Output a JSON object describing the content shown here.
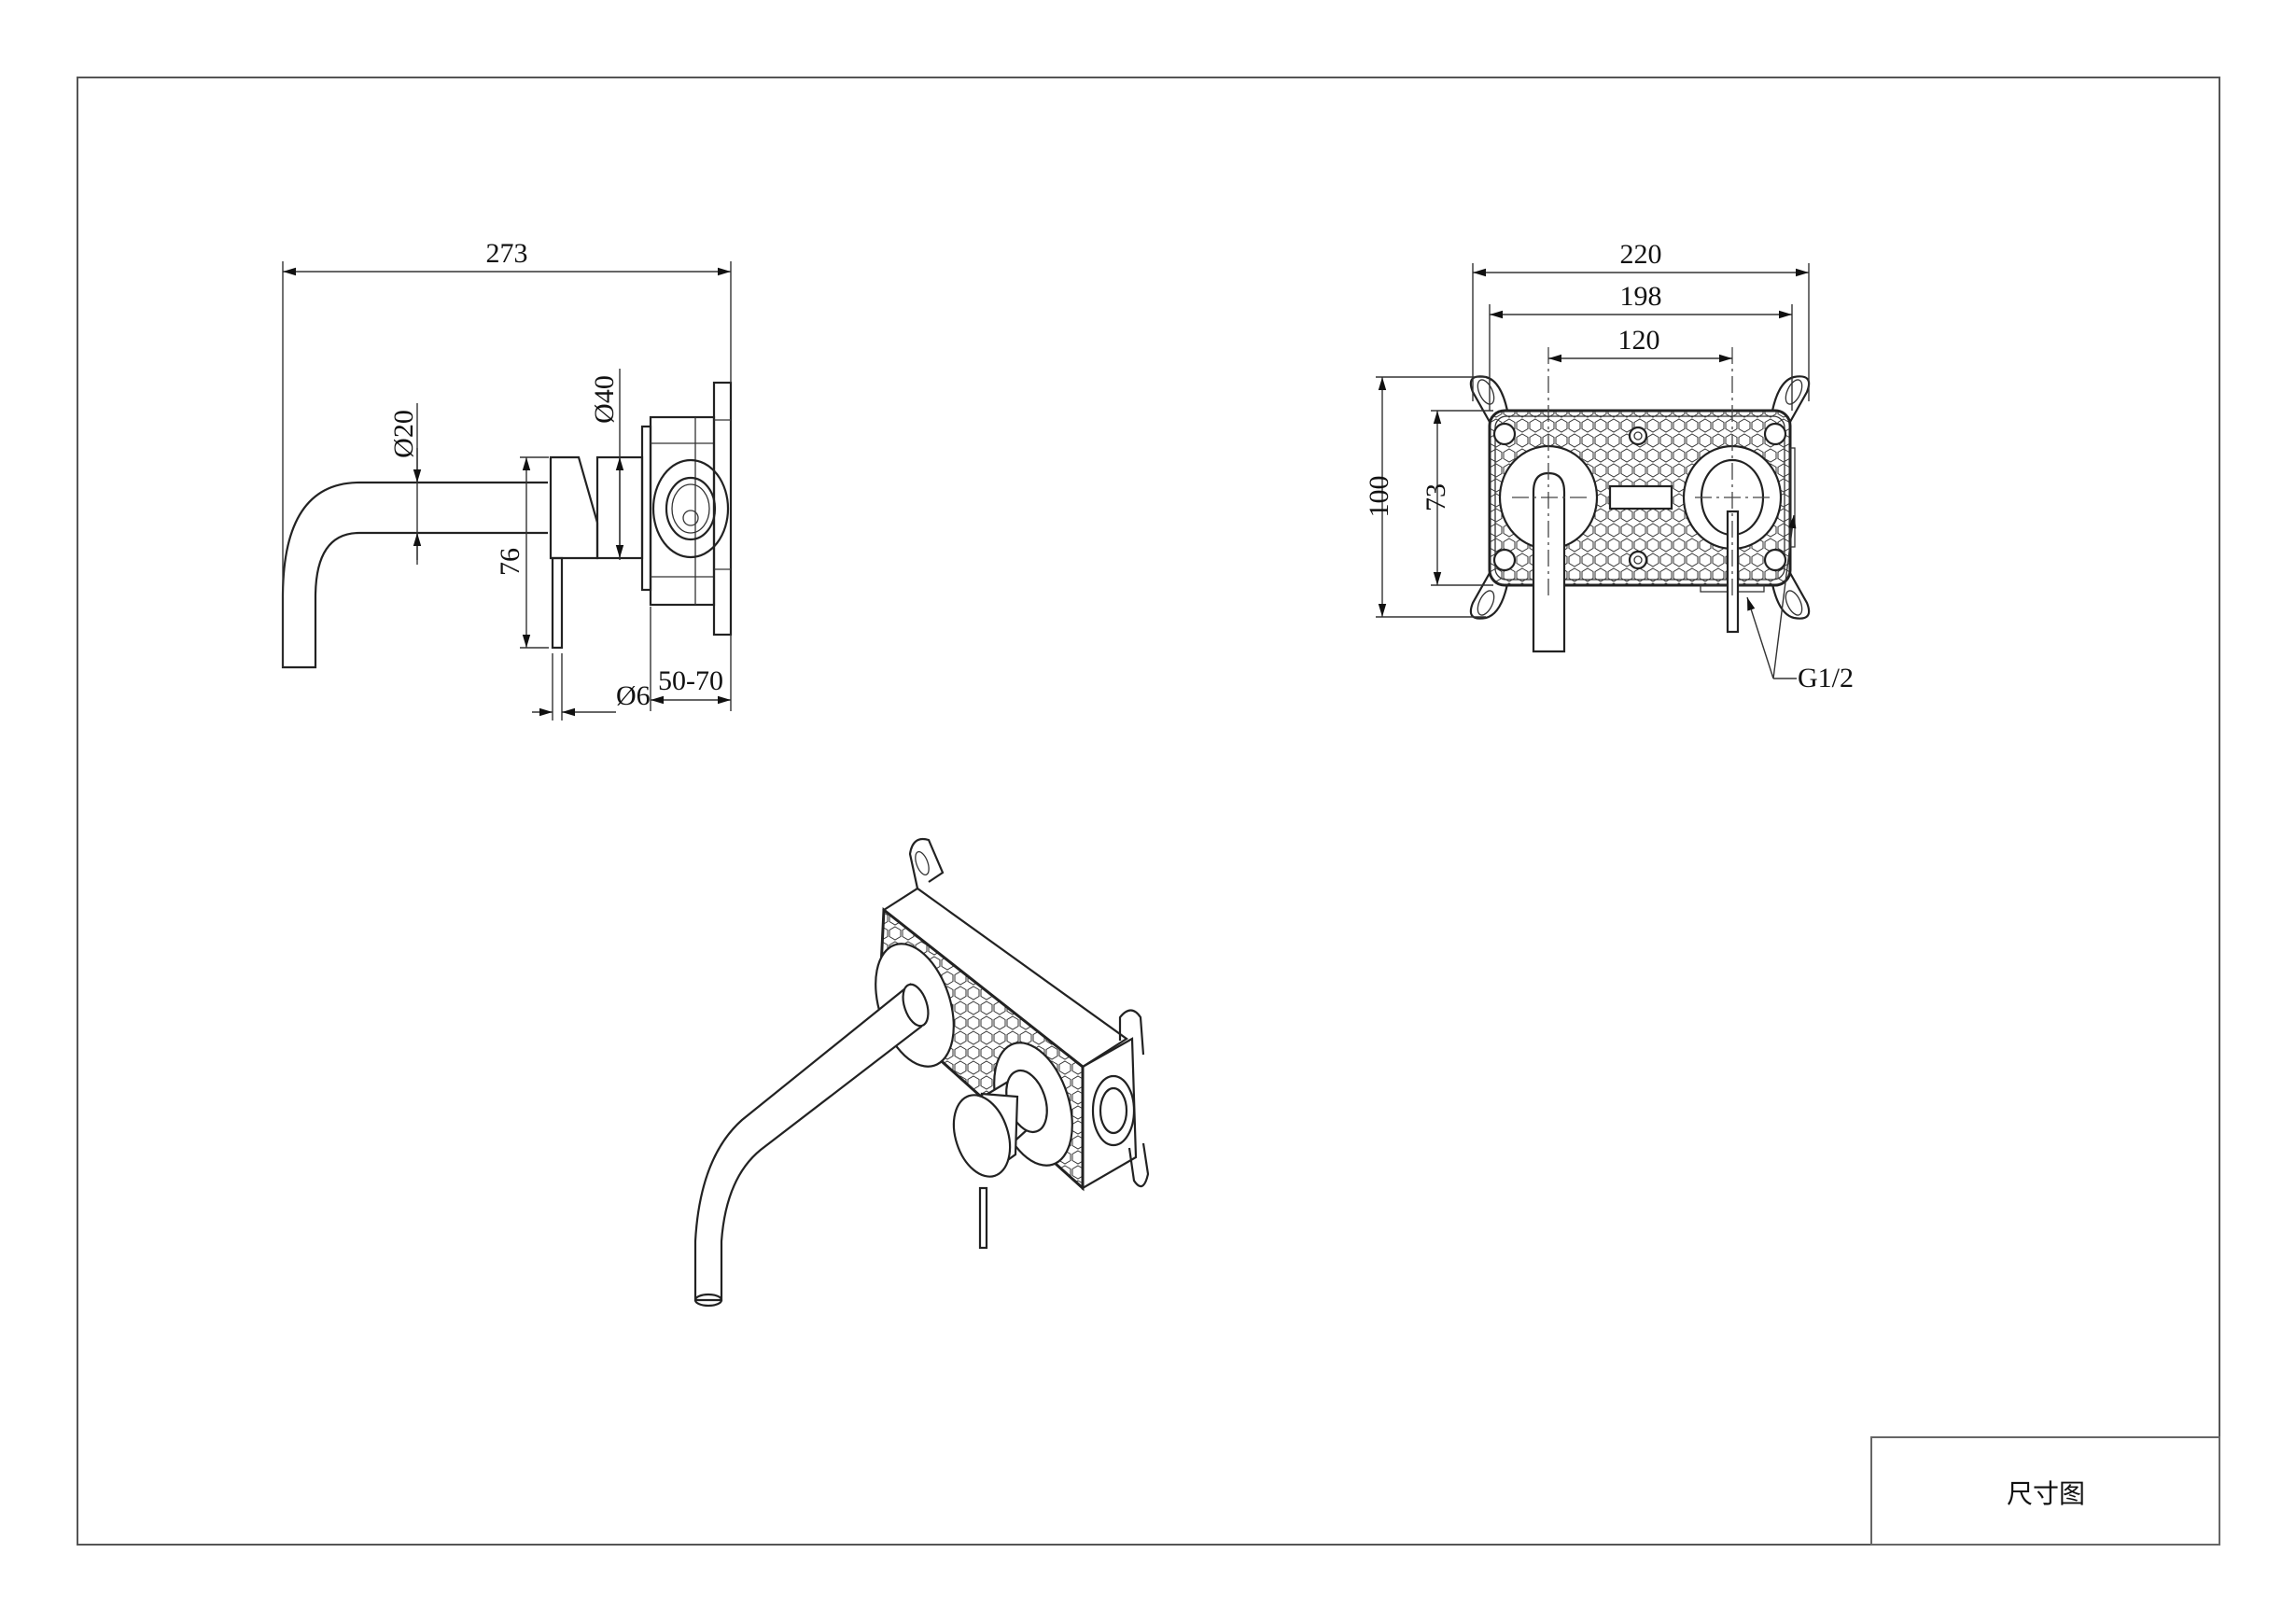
{
  "title_block": {
    "label": "尺寸图"
  },
  "side_view": {
    "overall_length": "273",
    "spout_diameter": "Ø20",
    "escutcheon_diameter": "Ø40",
    "lever_height": "76",
    "lever_diameter": "Ø6",
    "wall_depth": "50-70"
  },
  "front_view": {
    "overall_width": "220",
    "plate_width": "198",
    "center_spacing": "120",
    "overall_height": "100",
    "plate_height": "73",
    "thread": "G1/2"
  },
  "colors": {
    "line": "#222222",
    "background": "#ffffff"
  }
}
